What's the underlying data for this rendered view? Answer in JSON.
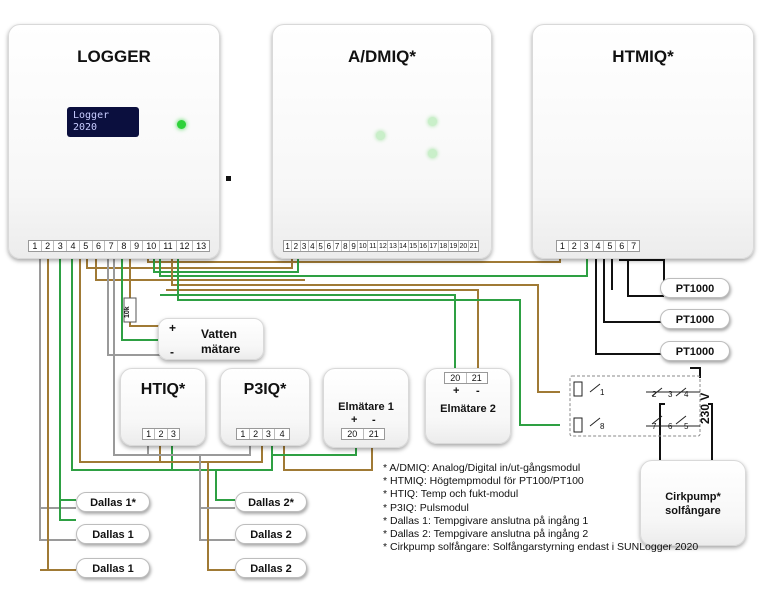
{
  "modules": {
    "logger": {
      "title": "LOGGER",
      "display_line1": "Logger",
      "display_line2": "2020",
      "terminals": [
        "1",
        "2",
        "3",
        "4",
        "5",
        "6",
        "7",
        "8",
        "9",
        "10",
        "11",
        "12",
        "13"
      ]
    },
    "admiq": {
      "title": "A/DMIQ*",
      "terminals": [
        "1",
        "2",
        "3",
        "4",
        "5",
        "6",
        "7",
        "8",
        "9",
        "10",
        "11",
        "12",
        "13",
        "14",
        "15",
        "16",
        "17",
        "18",
        "19",
        "20",
        "21"
      ]
    },
    "htmiq": {
      "title": "HTMIQ*",
      "terminals": [
        "1",
        "2",
        "3",
        "4",
        "5",
        "6",
        "7"
      ]
    },
    "htiq": {
      "title": "HTIQ*",
      "terminals": [
        "1",
        "2",
        "3"
      ]
    },
    "p3iq": {
      "title": "P3IQ*",
      "terminals": [
        "1",
        "2",
        "3",
        "4"
      ]
    },
    "elmatare1": {
      "title": "Elmätare 1",
      "plus": "+",
      "minus": "-",
      "terminals": [
        "20",
        "21"
      ]
    },
    "elmatare2": {
      "title": "Elmätare 2",
      "plus": "+",
      "minus": "-",
      "terminals": [
        "20",
        "21"
      ]
    },
    "vattenmatare": {
      "label_line1": "Vatten",
      "label_line2": "mätare",
      "plus": "+",
      "minus": "-",
      "resistor": "10k"
    },
    "cirkpump": {
      "label_line1": "Cirkpump*",
      "label_line2": "solfångare",
      "voltage": "230 V"
    }
  },
  "relay": {
    "contacts": [
      "1",
      "8",
      "2",
      "3",
      "4",
      "7",
      "6",
      "5"
    ]
  },
  "sensors": {
    "pt1000": [
      "PT1000",
      "PT1000",
      "PT1000"
    ],
    "dallas_left": [
      "Dallas 1*",
      "Dallas 1",
      "Dallas 1"
    ],
    "dallas_right": [
      "Dallas 2*",
      "Dallas 2",
      "Dallas 2"
    ]
  },
  "notes": [
    "* A/DMIQ: Analog/Digital in/ut-gångsmodul",
    "* HTMIQ: Högtempmodul för PT100/PT100",
    "* HTIQ: Temp och fukt-modul",
    "* P3IQ: Pulsmodul",
    "* Dallas 1: Tempgivare anslutna på ingång 1",
    "* Dallas 2: Tempgivare anslutna på ingång 2",
    "* Cirkpump solfångare: Solfångarstyrning endast i SUNLogger 2020"
  ],
  "colors": {
    "wire_brown": "#a07a35",
    "wire_green": "#2ea043",
    "wire_gray": "#9a9a9a",
    "wire_black": "#111111",
    "led_green": "#2ed23a"
  }
}
